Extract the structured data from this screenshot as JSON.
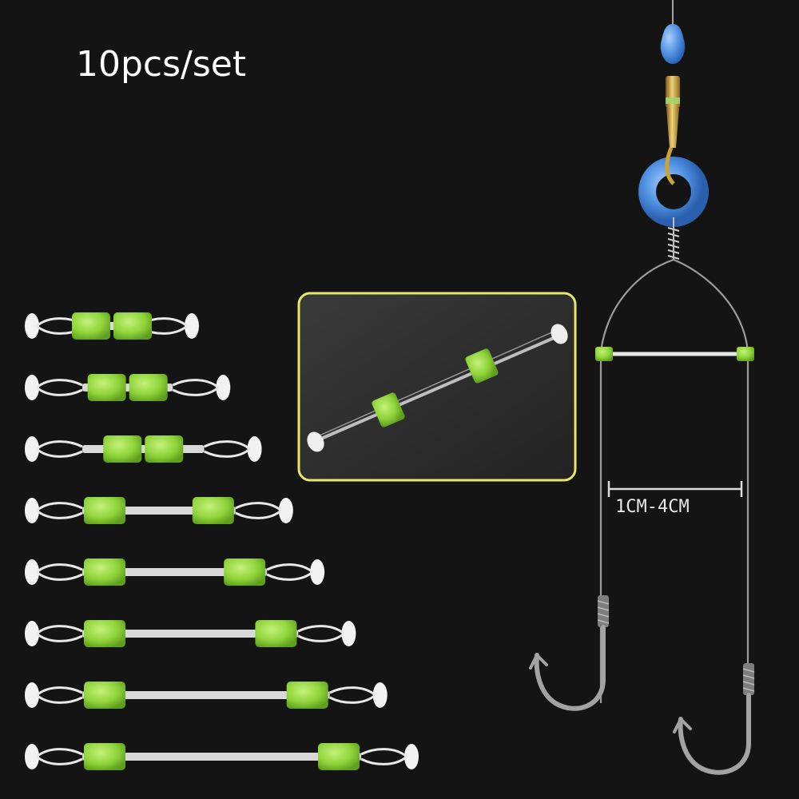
{
  "title": "10pcs/set",
  "measure_label": "1CM-4CM",
  "colors": {
    "background": "#141414",
    "bead_green": "#8fd33a",
    "inset_border": "#e3e86a",
    "float_blue": "#4f8fe0",
    "swivel_gold": "#c9a23a",
    "hook_gray": "#9a9a9a"
  },
  "connectors": {
    "count": 8,
    "lengths": [
      1,
      1.4,
      1.8,
      2.2,
      2.6,
      3.0,
      3.4,
      3.8
    ]
  }
}
